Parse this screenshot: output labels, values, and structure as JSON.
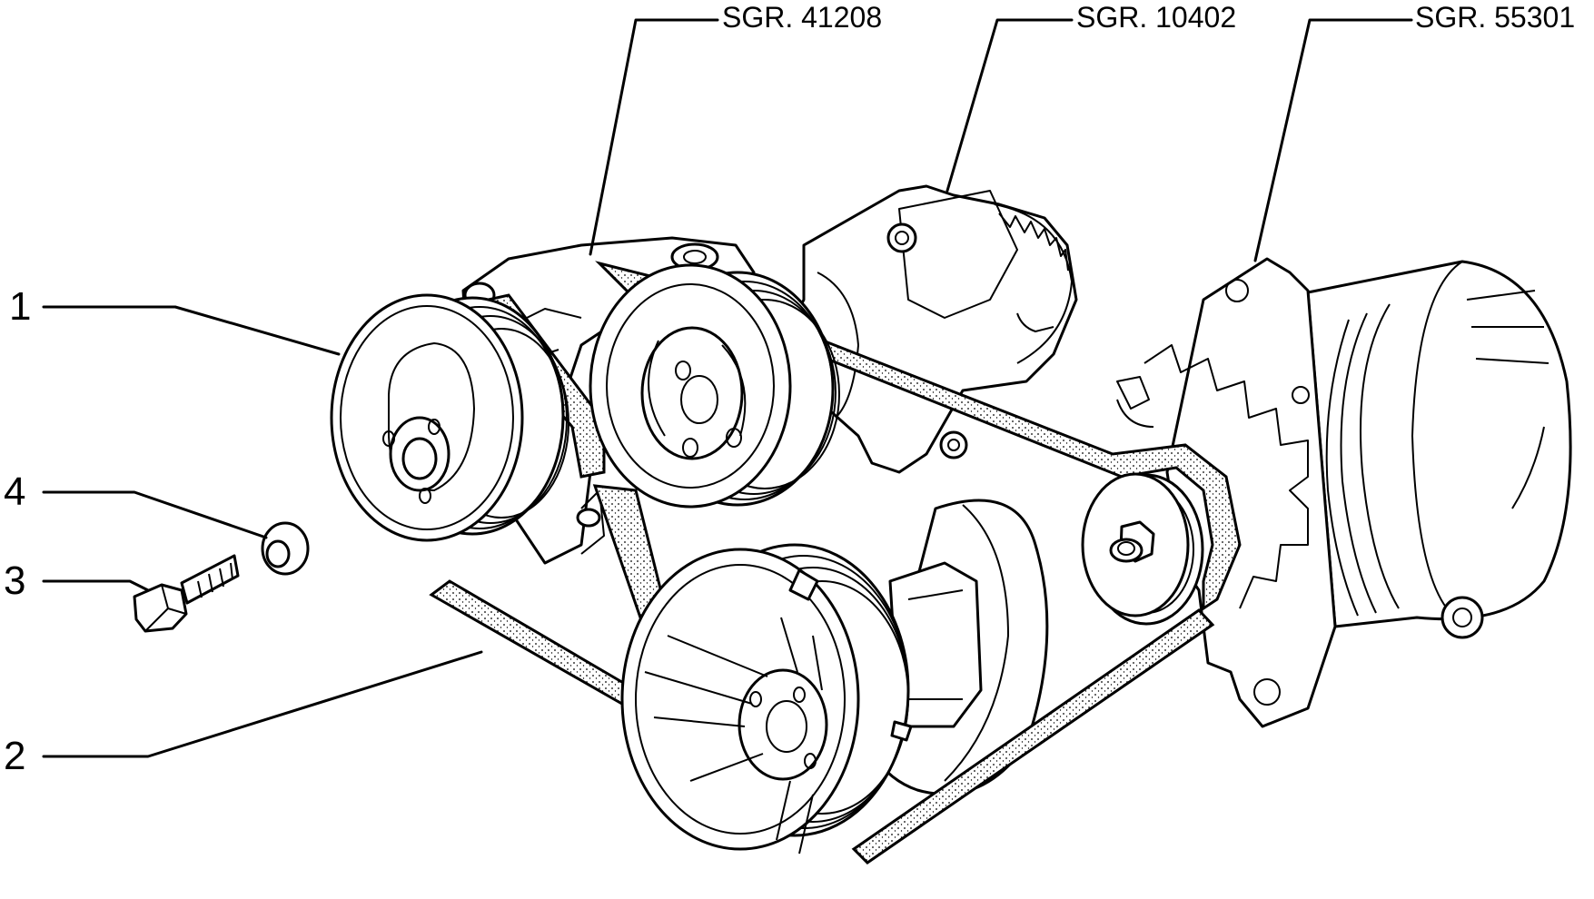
{
  "callouts": {
    "item1": "1",
    "item2": "2",
    "item3": "3",
    "item4": "4"
  },
  "group_refs": {
    "ref_a": "SGR. 41208",
    "ref_b": "SGR. 10402",
    "ref_c": "SGR. 55301"
  }
}
